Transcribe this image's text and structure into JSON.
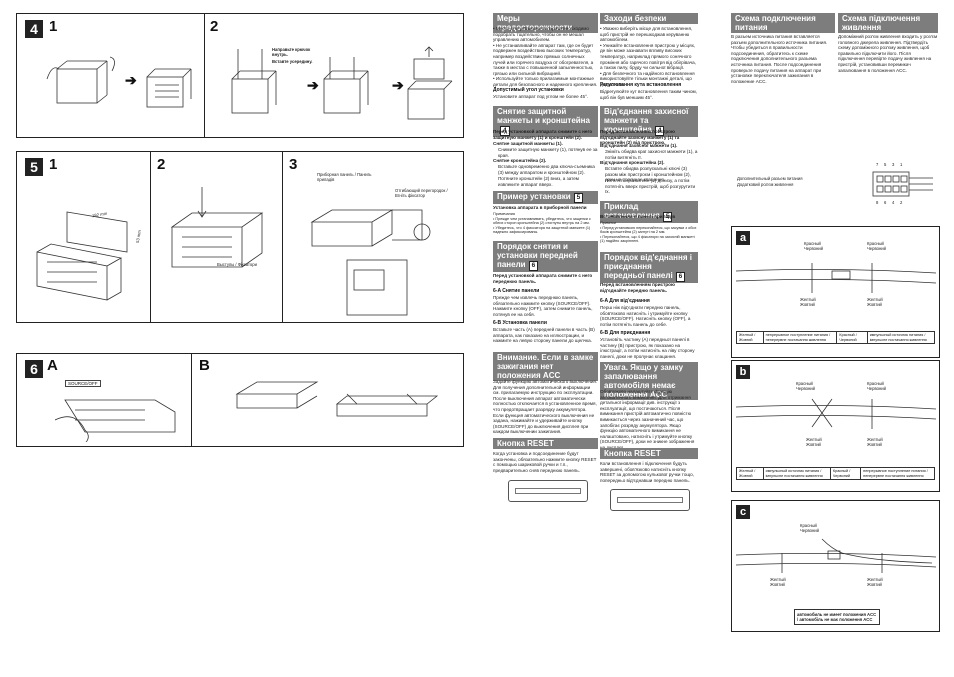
{
  "panels": {
    "p4": {
      "num": "4",
      "step1": "1",
      "step2": "2",
      "label_a": "Направьте крючок внутрь.",
      "label_b": "Вставте усередину."
    },
    "p5": {
      "num": "5",
      "step1": "1",
      "step2": "2",
      "step3": "3",
      "dim_w": "182 mm",
      "dim_h": "53 mm",
      "label_instr": "Приборная панель / Панель приладів",
      "label_catch": "Отгибающий перегородок / Вгніть фіксатор",
      "label_stand": "Выступы / Фіксатори"
    },
    "p6": {
      "num": "6",
      "a": "A",
      "b": "B",
      "btn": "SOURCE/OFF"
    }
  },
  "ru": {
    "precautions": {
      "title": "Меры предосторожности",
      "body": "• Место для установки аппарата необходимо подобрать тщательно, чтобы он не мешал управлению автомобилем.\n• Не устанавливайте аппарат там, где он будет подвержен воздействию высоких температур, например воздействию прямых солнечных лучей или горячего воздуха от обогревателя, а также в местах с повышенной запыленностью, грязью или сильной вибрацией.\n• Используйте только прилагаемые монтажные детали для безопасного и надежного крепления."
    },
    "angle": {
      "title": "Допустимый угол установки",
      "body": "Установите аппарат под углом не более 45°."
    },
    "s4": {
      "title": "Снятие защитной манжеты и кронштейна",
      "num": "4",
      "intro": "Перед установкой аппарата снимите с него защитную манжету (1) и кронштейн (2).",
      "step1": "Снятие защитной манжеты (1).",
      "step1b": "Снимите защитную манжету (1), потянув ее за края.",
      "step2": "Снятие кронштейна (2).",
      "step2a": "Вставьте одновременно два ключа-съемника (3) между аппаратом и кронштейном (2).",
      "step2b": "Потяните кронштейн (2) вниз, а затем извлеките аппарат вверх."
    },
    "s5": {
      "title": "Пример установки",
      "num": "5",
      "sub": "Установка аппарата в приборной панели",
      "notes": "Примечания\n• Прежде чем устанавливать, убедитесь, что защелки с обеих сторон кронштейна (2) отогнуты внутрь на 2 мм.\n• Убедитесь, что 4 фиксатора на защитной манжете (1) надежно зафиксированы."
    },
    "s6": {
      "title": "Порядок снятия и установки передней панели",
      "num": "6",
      "intro": "Перед установкой аппарата снимите с него переднюю панель.",
      "a_title": "6-A Снятие панели",
      "a_body": "Прежде чем извлечь переднюю панель, обязательно нажмите кнопку (SOURCE/OFF). Нажмите кнопку (OFF), затем снимите панель, потянув ее на себя.",
      "b_title": "6-B Установка панели",
      "b_body": "Вставьте часть (A) передней панели в часть (B) аппарата, как показано на иллюстрации, и нажмите на левую сторону панели до щелчка."
    },
    "acc": {
      "title": "Внимание. Если в замке зажигания нет положения ACC",
      "body": "Задайте функцию автоматического выключения. Для получения дополнительной информации см. прилагаемую инструкцию по эксплуатации. После выключения аппарат автоматически полностью отключается в установленное время, что предотвращает разрядку аккумулятора. Если функция автоматического выключения не задана, нажимайте и удерживайте кнопку (SOURCE/OFF) до выключения дисплея при каждом выключении зажигания."
    },
    "reset": {
      "title": "Кнопка RESET",
      "body": "Когда установка и подсоединение будут закончены, обязательно нажмите кнопку RESET с помощью шариковой ручки и т.п., предварительно сняв переднюю панель."
    },
    "wiring": {
      "title": "Схема подключения питания",
      "body": "В разъем источника питания вставляется разъем дополнительного источника питания. Чтобы убедиться в правильности подсоединения, обратитесь к схеме подключения дополнительного разъема источника питания. После подсоединения проверьте подачу питания на аппарат при установке переключателя зажигания в положение ACC."
    }
  },
  "uk": {
    "precautions": {
      "title": "Заходи безпеки",
      "body": "• Уважно виберіть місце для встановлення, щоб пристрій не перешкоджав керуванню автомобілем.\n• Уникайте встановлення пристрою у місцях, де він може зазнавати впливу високих температур, наприклад прямого сонячного проміння або гарячого повітря від обігрівача, а також пилу, бруду чи сильної вібрації.\n• Для безпечного та надійного встановлення використовуйте тільки монтажні деталі, що додаються."
    },
    "angle": {
      "title": "Регулювання кута встановлення",
      "body": "Відрегулюйте кут встановлення таким чином, щоб він був меншим 45°."
    },
    "s4": {
      "title": "Від'єднання захисної манжети та кронштейна",
      "num": "4",
      "intro": "Перед встановленням пристрою від'єднайте захисну манжету (1) та кронштейн (2) від пристрою.",
      "step1": "Від'єднання захисної манжети (1).",
      "step1b": "Зніміть обидва краї захисної манжети (1), а потім витягніть її.",
      "step2": "Від'єднання кронштейна (2).",
      "step2a": "Вставте обидва розпускальні ключі (3) разом між пристроєм і кронштейном (2), доки не пролунає клацання.",
      "step2b": "Потягніть кронштейн (2) донизу, а потім потягніть вверх пристрій, щоб розгурутити їх."
    },
    "s5": {
      "title": "Приклад встановлення",
      "num": "5",
      "sub": "Встановлення в панелі приладів",
      "notes": "Примітки\n• Перед установкою переконайтеся, що засувки з обох боків кронштейна (2) загнуті на 2 мм.\n• Переконайтеся, що 4 фіксатори на захисній манжеті (1) надійно закріплені."
    },
    "s6": {
      "title": "Порядок від'єднання і приєднання передньої панелі",
      "num": "6",
      "intro": "Перед встановленням пристрою від'єднайте передню панель.",
      "a_title": "6-A Для від'єднання",
      "a_body": "Перш ніж від'єднати передню панель, обов'язково натисніть і утримуйте кнопку (SOURCE/OFF). Натисніть кнопку (OFF), а потім потягніть панель до себе.",
      "b_title": "6-B Для приєднання",
      "b_body": "Установіть частину (A) передньої панелі в частину (B) пристрою, як показано на ілюстрації, а потім натисніть на ліву сторону панелі, доки не пролунає клацання."
    },
    "acc": {
      "title": "Увага. Якщо у замку запалювання автомобіля немає положення ACC",
      "body": "Обов'язково налаштуйте функцію автоматичного вимикання. Для отримання детальної інформації див. інструкції з експлуатації, що постачаються. Після вимикання пристрій автоматично повністю вимикається через зазначений час, що запобігає розряду акумулятора. Якщо функцію автоматичного вимикання не налаштовано, натисніть і утримуйте кнопку (SOURCE/OFF), доки не зникне зображення на дисплеї."
    },
    "reset": {
      "title": "Кнопка RESET",
      "body": "Коли встановлення і підключення будуть завершені, обов'язково натисніть кнопку RESET за допомогою кулькової ручки тощо, попередньо від'єднавши передню панель."
    },
    "wiring": {
      "title": "Схема підключення живлення",
      "body": "Допоміжний роз'єм живлення входить у роз'єм головного джерела живлення. Підтвердіть схему допоміжного роз'єму живлення, щоб правильно підключити його. Після підключення перевірте подачу живлення на пристрій, установивши перемикач запалювання в положення ACC."
    }
  },
  "diagram": {
    "connector_label_ru": "Дополнительный разъем питания",
    "connector_label_uk": "Додатковий роз'єм живлення",
    "pins_top": [
      "7",
      "5",
      "3",
      "1"
    ],
    "pins_bottom": [
      "8",
      "6",
      "4",
      "2"
    ],
    "red": "Красный\nЧервоний",
    "yellow": "Желтый\nЖовтий",
    "a": {
      "letter": "a",
      "t1": "Желтый / Жовтий",
      "t1d": "непрерывное поступление питания / неперервне постачання живлення",
      "t2": "Красный / Червоний",
      "t2d": "импульсный источник питания / імпульсне постачання живлення"
    },
    "b": {
      "letter": "b",
      "t1": "Желтый / Жовтий",
      "t1d": "импульсный источник питания / імпульсне постачання живлення",
      "t2": "Красный / Червоний",
      "t2d": "непрерывное поступление питания / неперервне постачання живлення"
    },
    "c": {
      "letter": "c",
      "note": "автомобиль не имеет положения ACC / автомобіль не має положення ACC"
    }
  },
  "colors": {
    "header": "#7d7d7d",
    "ink": "#222222"
  }
}
